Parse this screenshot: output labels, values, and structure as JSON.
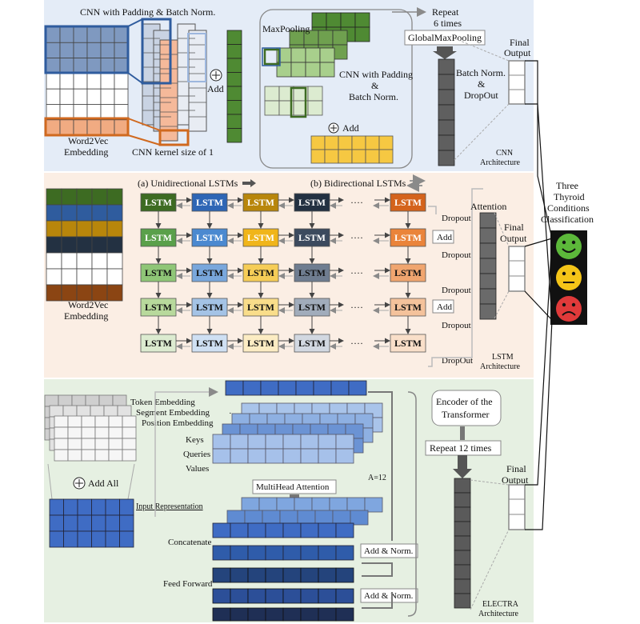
{
  "cnn": {
    "title": "CNN with Padding & Batch Norm.",
    "embedding_label_1": "Word2Vec",
    "embedding_label_2": "Embedding",
    "kernel_label": "CNN kernel size of 1",
    "add_label": "Add",
    "maxpool_label": "MaxPooling",
    "inner_title_1": "CNN with Padding",
    "inner_title_2": "&",
    "inner_title_3": "Batch Norm.",
    "inner_add_label": "Add",
    "repeat_1": "Repeat",
    "repeat_2": "6 times",
    "gmp_label": "GlobalMaxPooling",
    "bn_1": "Batch Norm.",
    "bn_2": "&",
    "bn_3": "DropOut",
    "final_1": "Final",
    "final_2": "Output",
    "arch_1": "CNN",
    "arch_2": "Architecture"
  },
  "lstm": {
    "uni_label": "(a) Unidirectional LSTMs",
    "bi_label": "(b) Bidirectional LSTMs",
    "cell_label": "LSTM",
    "ellipsis": "····",
    "embedding_label_1": "Word2Vec",
    "embedding_label_2": "Embedding",
    "dropout": "Dropout",
    "dropout_last": "DropOut",
    "add": "Add",
    "attention": "Attention",
    "final_1": "Final",
    "final_2": "Output",
    "arch_1": "LSTM",
    "arch_2": "Architecture"
  },
  "electra": {
    "token_emb": "Token Embedding",
    "segment_emb": "Segment Embedding",
    "position_emb": "Position Embedding",
    "add_all": "Add All",
    "input_rep": "Input Representation",
    "keys": "Keys",
    "queries": "Queries",
    "values": "Values",
    "heads": "A=12",
    "mha": "MultiHead Attention",
    "concatenate": "Concatenate",
    "feed_forward": "Feed Forward",
    "add_norm": "Add & Norm.",
    "encoder_1": "Encoder of the",
    "encoder_2": "Transformer",
    "repeat": "Repeat 12 times",
    "final_1": "Final",
    "final_2": "Output",
    "arch_1": "ELECTRA",
    "arch_2": "Architecture"
  },
  "classification": {
    "line_1": "Three",
    "line_2": "Thyroid",
    "line_3": "Conditions",
    "line_4": "Classification",
    "faces": [
      "happy-face-icon",
      "neutral-face-icon",
      "sad-face-icon"
    ]
  },
  "colors": {
    "cnn_bg": "#e4ecf7",
    "lstm_bg": "#fbeee4",
    "electra_bg": "#e6f0e2",
    "green": "#4f8a33",
    "blue": "#2f5c9e",
    "orange": "#e6934f",
    "yellow": "#f5c842"
  },
  "lstm_column_colors": [
    [
      "#3d6b22",
      "#5aa04a",
      "#8fc677",
      "#b8d99c",
      "#dcebd0"
    ],
    [
      "#2e66b5",
      "#4b89d0",
      "#79a7dc",
      "#a4c3e6",
      "#cfe0f3"
    ],
    [
      "#b8860b",
      "#f0b51a",
      "#f6cd57",
      "#f9dd8a",
      "#fcecc3"
    ],
    [
      "#233142",
      "#3c4a5e",
      "#6f7d90",
      "#a1acbb",
      "#d2d8e1"
    ],
    [
      "#d4631c",
      "#ea843a",
      "#f0a56f",
      "#f4c29b",
      "#f9dfc9"
    ]
  ]
}
